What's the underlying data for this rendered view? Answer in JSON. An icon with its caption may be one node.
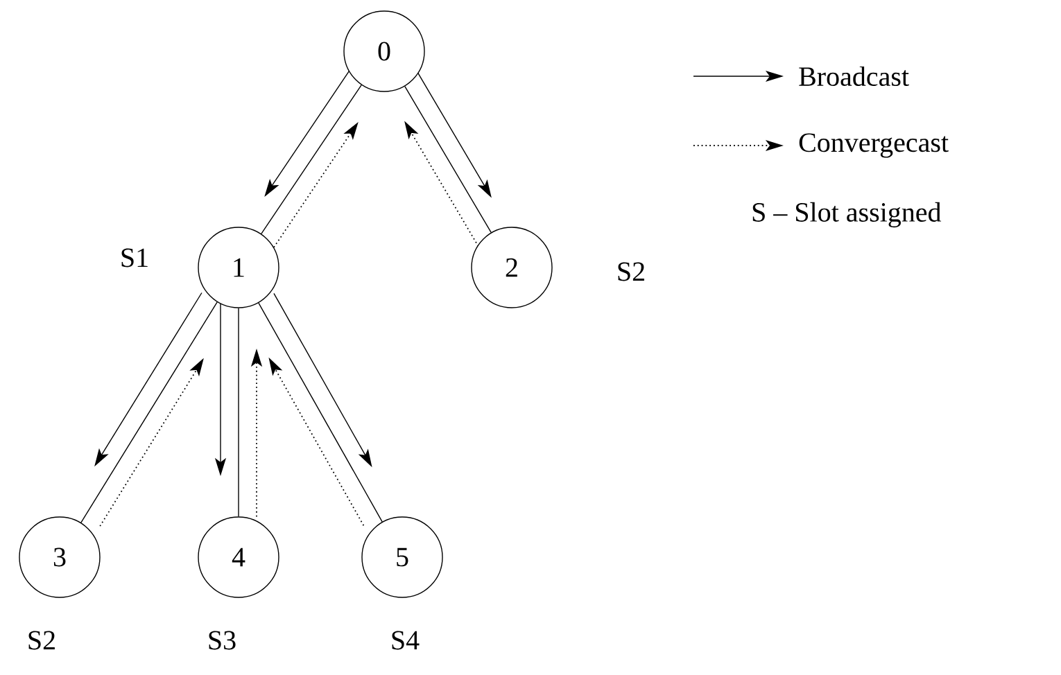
{
  "diagram": {
    "nodes": [
      {
        "text": [
          "0"
        ]
      },
      {
        "text": [
          "1"
        ],
        "beside": [
          "S1"
        ]
      },
      {
        "text": [
          "2"
        ],
        "beside": [
          "S2"
        ]
      },
      {
        "text": [
          "3"
        ],
        "beside": [
          "S2"
        ]
      },
      {
        "text": [
          "4"
        ],
        "beside": [
          "S3"
        ]
      },
      {
        "text": [
          "5"
        ],
        "beside": [
          "S4"
        ]
      }
    ],
    "edges": [
      {
        "from": 0,
        "to": 1,
        "arrow": "none"
      },
      {
        "from": 0,
        "to": 2,
        "arrow": "none"
      },
      {
        "from": 1,
        "to": 3,
        "arrow": "none"
      },
      {
        "from": 1,
        "to": 4,
        "arrow": "none"
      },
      {
        "from": 1,
        "to": 5,
        "arrow": "none"
      }
    ],
    "labels": [
      "S – Slot assigned"
    ],
    "legend": [
      {
        "text": "Broadcast"
      },
      {
        "text": "Convergecast"
      }
    ]
  }
}
